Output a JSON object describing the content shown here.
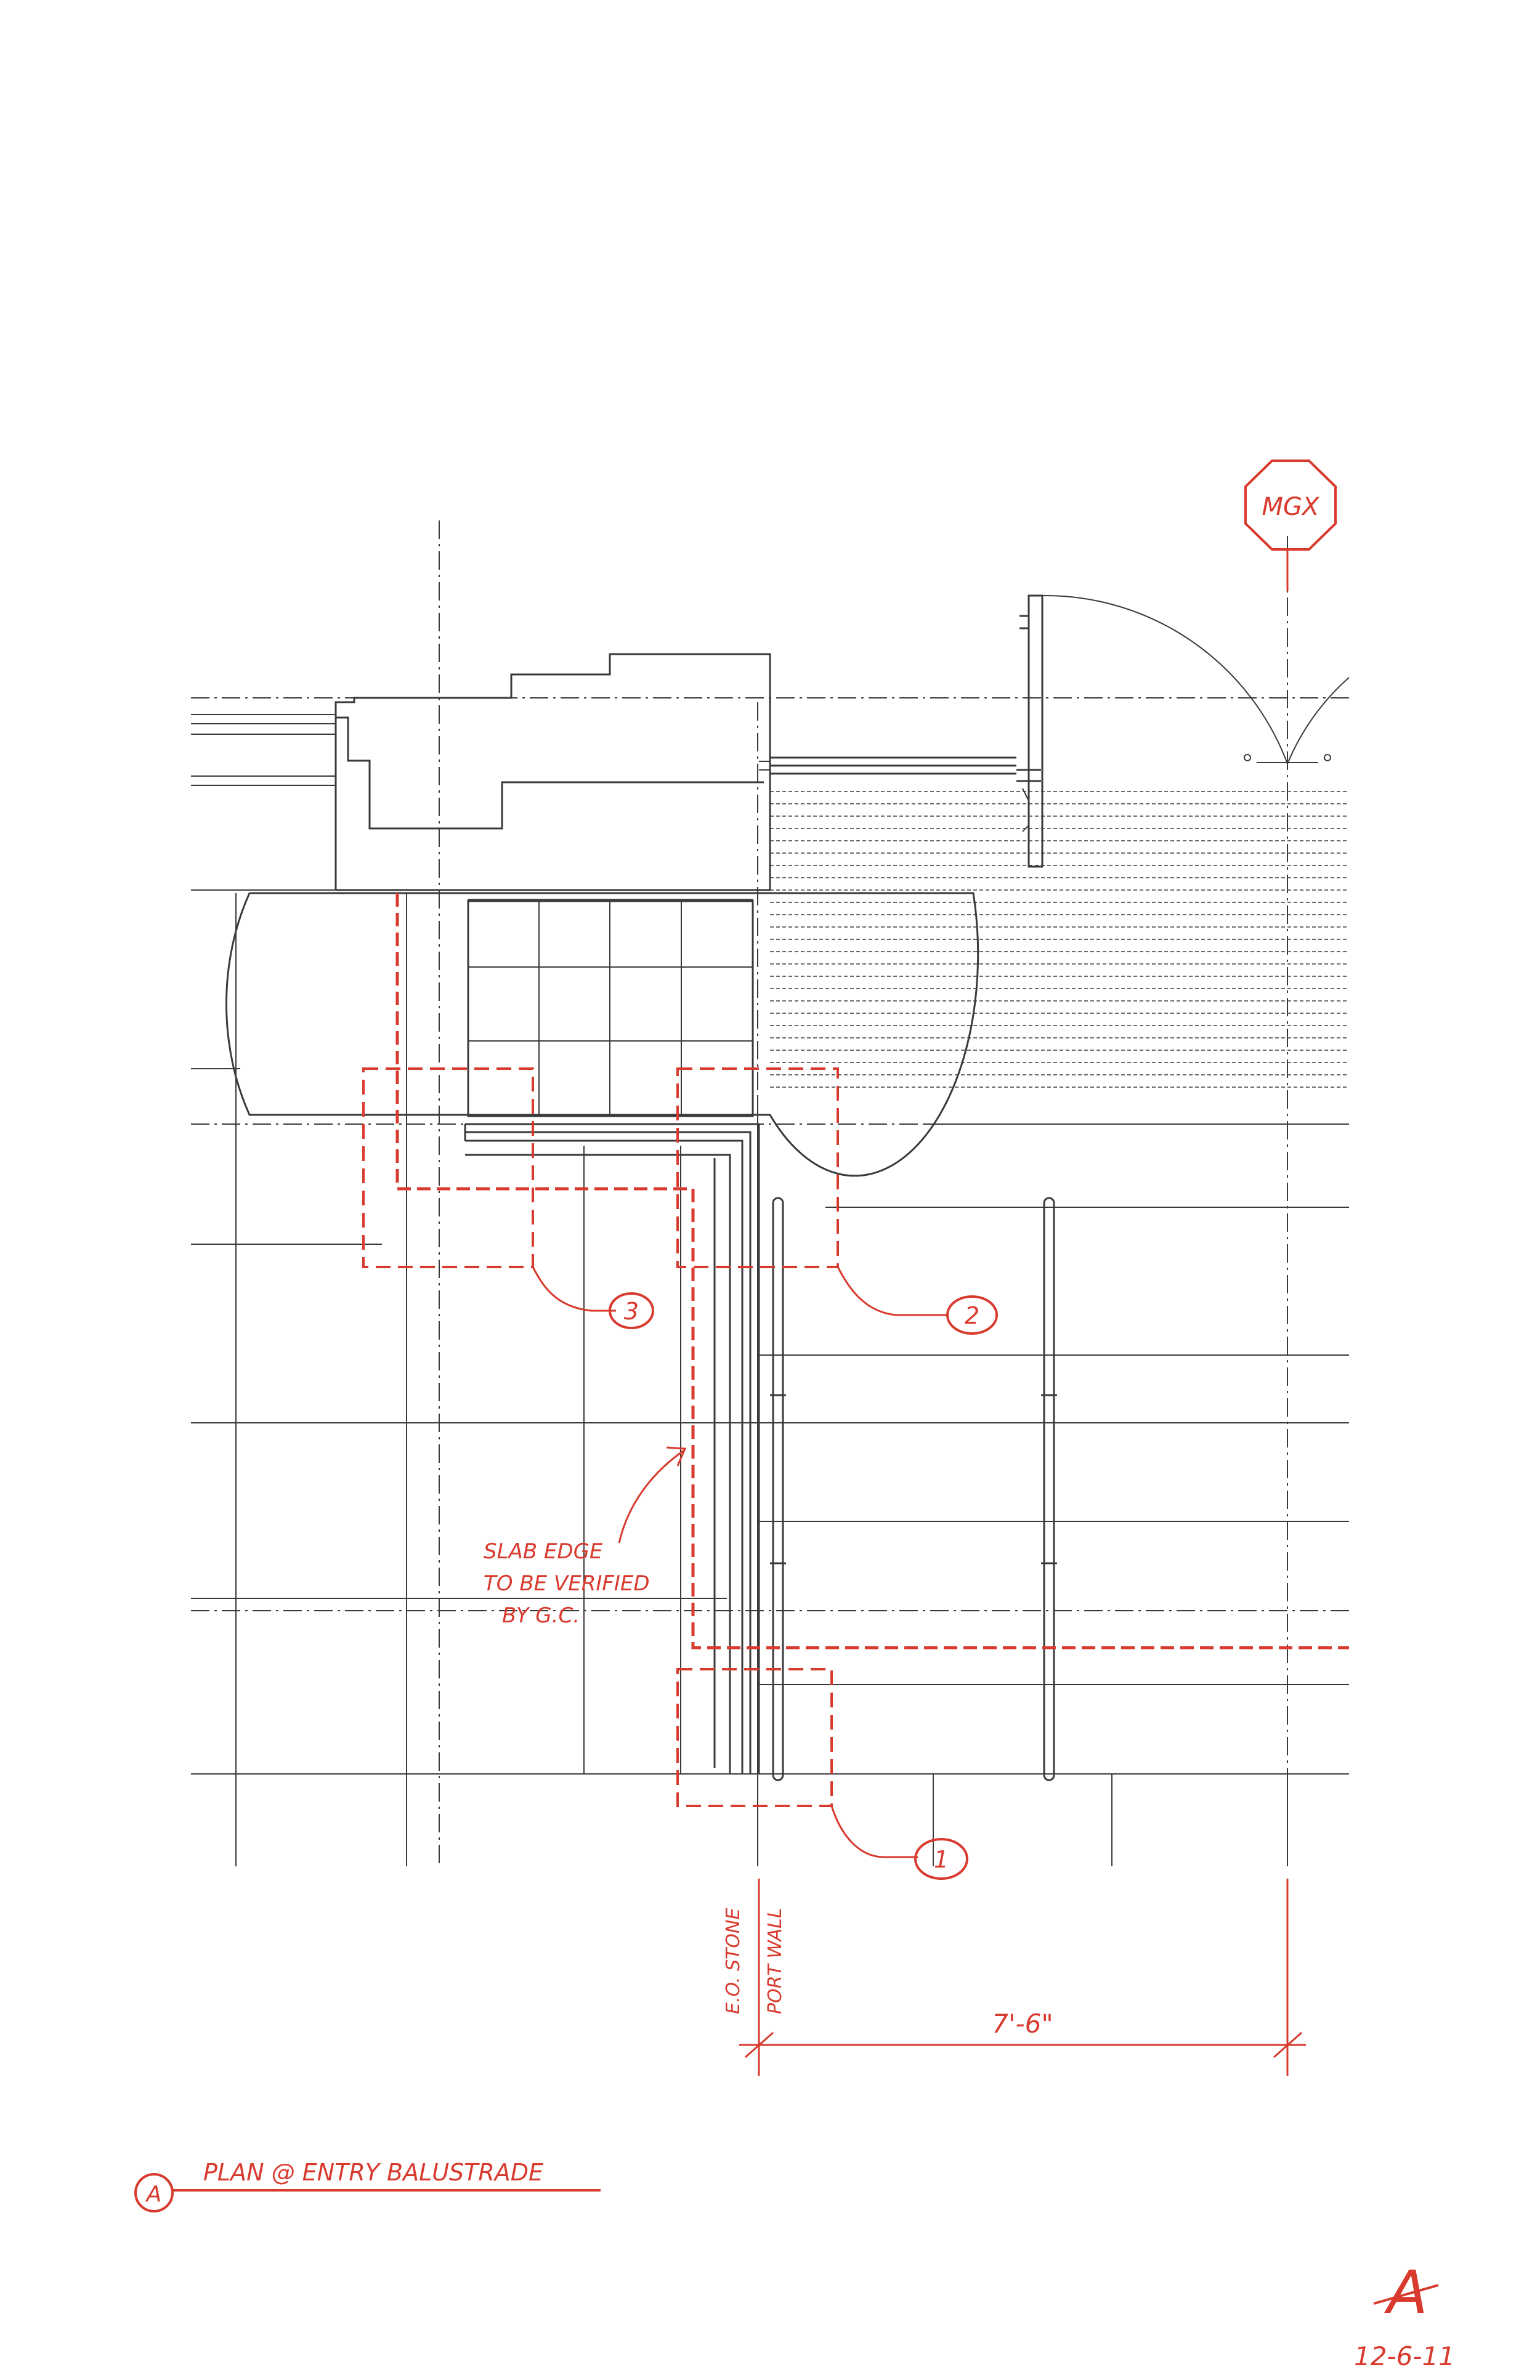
{
  "sheet": {
    "title": "PLAN @ ENTRY BALUSTRADE",
    "title_marker": "A",
    "revision_mark": "A",
    "revision_date": "12-6-11",
    "stamp": "MGX"
  },
  "annotations": {
    "slab_note_line1": "SLAB EDGE",
    "slab_note_line2": "TO BE VERIFIED",
    "slab_note_line3": "BY G.C.",
    "wall_label_line1": "E.O. STONE",
    "wall_label_line2": "PORT WALL",
    "dimension": "7'-6\""
  },
  "callouts": [
    {
      "number": "1"
    },
    {
      "number": "2"
    },
    {
      "number": "3"
    }
  ],
  "colors": {
    "linework": "#3a3a3a",
    "redline": "#d83a2e",
    "paper": "#ffffff"
  }
}
